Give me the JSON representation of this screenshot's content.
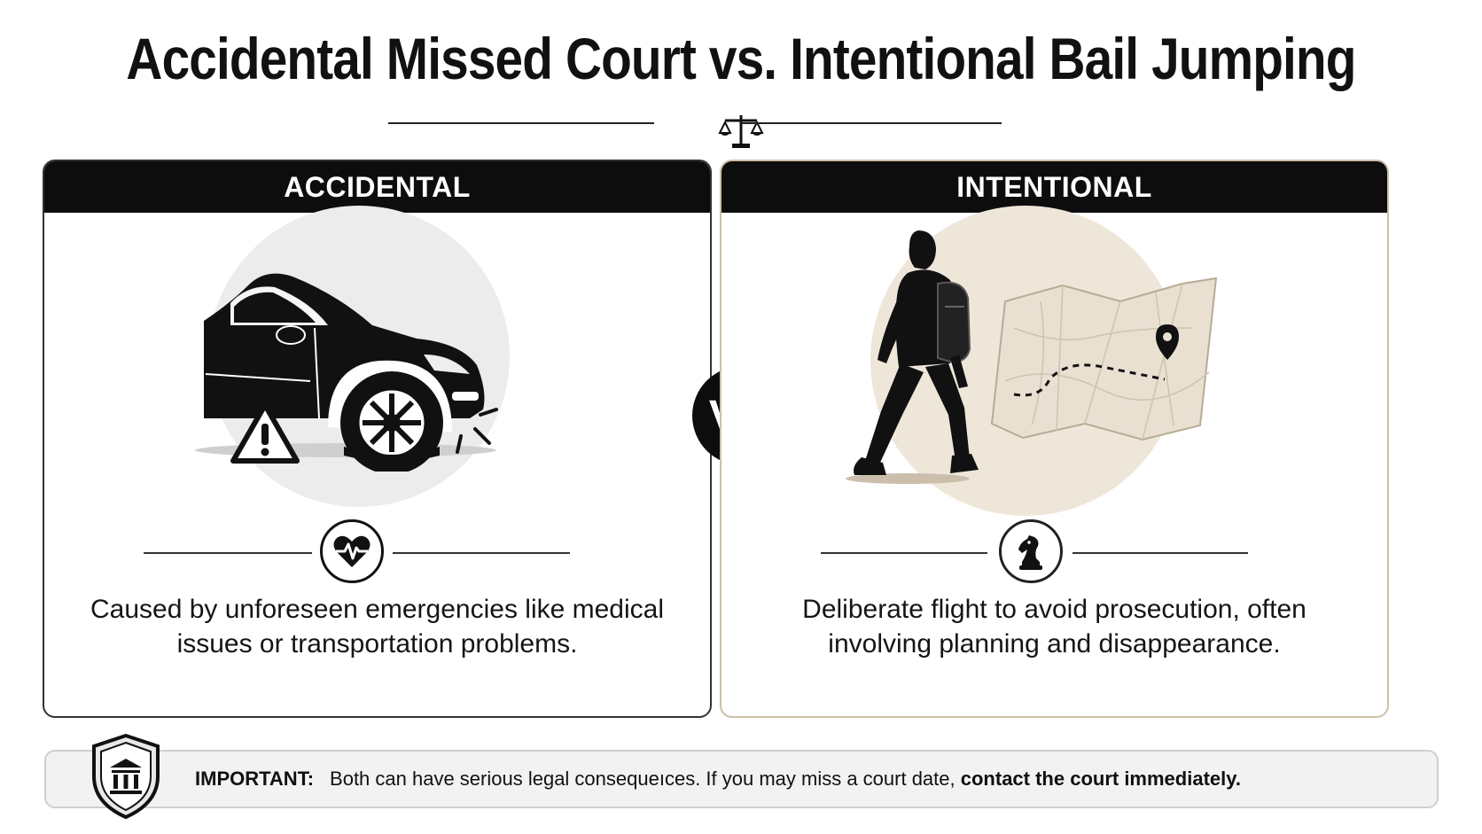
{
  "title": "Accidental Missed Court vs. Intentional Bail Jumping",
  "vs_label": "VS.",
  "left_panel": {
    "header": "ACCIDENTAL",
    "description": "Caused by unforeseen emergencies like medical issues or transportation problems.",
    "icon": "heart-pulse-icon",
    "illustration": "broken-down-car"
  },
  "right_panel": {
    "header": "INTENTIONAL",
    "description": "Deliberate flight to avoid prosecution, often involving planning and disappearance.",
    "icon": "chess-knight-icon",
    "illustration": "person-walking-with-map"
  },
  "notice": {
    "label": "IMPORTANT:",
    "text": "Both can have serious legal consequeıces. If you may miss a court date, ",
    "emphasis": "contact the court immediately.",
    "icon": "courthouse-shield-icon"
  },
  "colors": {
    "dark": "#0d0d0d",
    "accent_beige": "#efe6da",
    "grey_circle": "#ededed",
    "notice_bg": "#f2f2f2"
  }
}
